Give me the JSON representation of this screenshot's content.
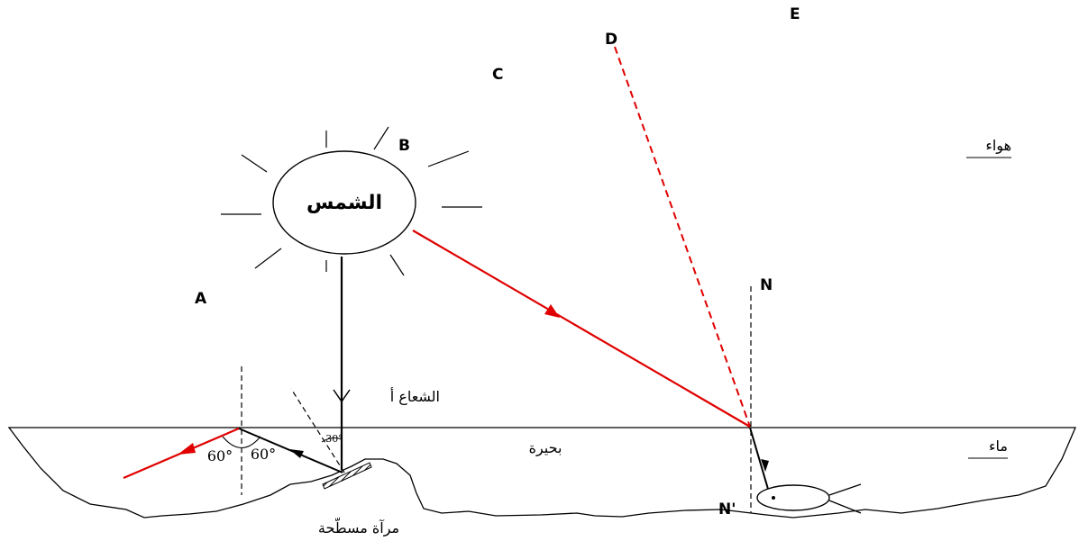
{
  "labels": {
    "a": "A",
    "b": "B",
    "c": "C",
    "d": "D",
    "e": "E",
    "n": "N",
    "n_prime": "N'"
  },
  "sun_label": "الشمس",
  "air_label": "هواء",
  "water_label": "ماء",
  "lake_label": "بحيرة",
  "ray_label": "الشعاع أ",
  "mirror_label": "مرآة مسطّحة",
  "angles": {
    "mirror_angle": "30°",
    "incidence_left": "60°",
    "incidence_right": "60°"
  },
  "colors": {
    "ray_red": "#e00000",
    "line_black": "#000000"
  }
}
